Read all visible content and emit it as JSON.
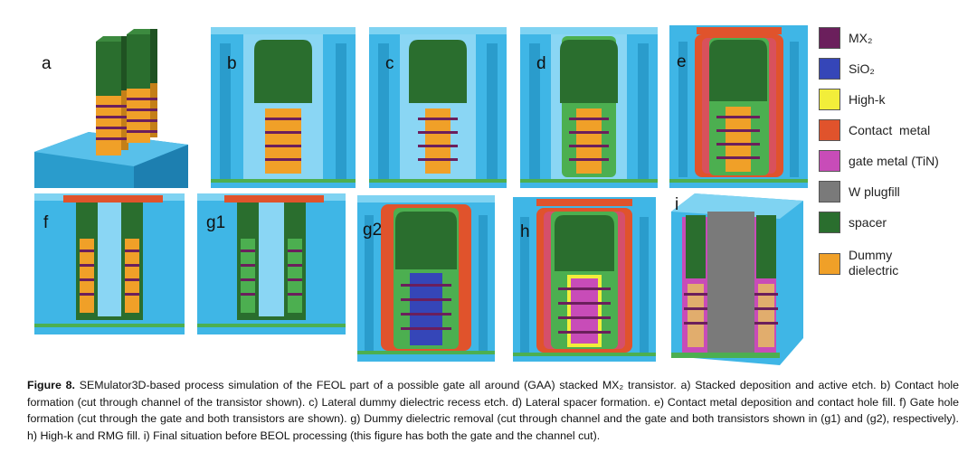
{
  "panels": [
    {
      "id": "a",
      "label": "a"
    },
    {
      "id": "b",
      "label": "b"
    },
    {
      "id": "c",
      "label": "c"
    },
    {
      "id": "d",
      "label": "d"
    },
    {
      "id": "e",
      "label": "e"
    },
    {
      "id": "f",
      "label": "f"
    },
    {
      "id": "g1",
      "label": "g1"
    },
    {
      "id": "g2",
      "label": "g2"
    },
    {
      "id": "h",
      "label": "h"
    },
    {
      "id": "i",
      "label": "i"
    }
  ],
  "legend": [
    {
      "label": "MX₂",
      "color": "#6b1f5c"
    },
    {
      "label": "SiO₂",
      "color": "#3546b8"
    },
    {
      "label": "High-k",
      "color": "#f2ee3a"
    },
    {
      "label": "Contact  metal",
      "color": "#e0532c"
    },
    {
      "label": "gate metal (TiN)",
      "color": "#c84cb8"
    },
    {
      "label": "W plugfill",
      "color": "#7a7a7a"
    },
    {
      "label": "spacer",
      "color": "#2a6e2e"
    },
    {
      "label": "Dummy dielectric",
      "color": "#f0a028"
    }
  ],
  "caption": {
    "figure_label": "Figure 8.",
    "text": "SEMulator3D-based process simulation of the FEOL part of a possible gate all around (GAA) stacked MX₂ transistor. a) Stacked deposition and active etch. b) Contact hole formation (cut through channel of the transistor shown). c) Lateral dummy dielectric recess etch. d) Lateral spacer formation. e) Contact metal deposition and contact hole fill. f) Gate hole formation (cut through the gate and both transistors are shown). g) Dummy dielectric removal (cut through channel and the gate and both transistors shown in (g1) and (g2), respectively). h) High-k and RMG fill. i) Final situation before BEOL processing (this figure has both the gate and the channel cut)."
  },
  "colors": {
    "oxide": "#3fb6e6",
    "oxide_dark": "#2a9ccc",
    "oxide_top": "#7fd3f2",
    "spacer": "#2a6e2e",
    "dummy": "#f0a028",
    "mx2": "#6b1f5c",
    "contact": "#e0532c",
    "gate": "#c84cb8",
    "highk": "#f2ee3a",
    "plug": "#7a7a7a",
    "sio2": "#3546b8",
    "substrate": "#1f7fc4"
  }
}
